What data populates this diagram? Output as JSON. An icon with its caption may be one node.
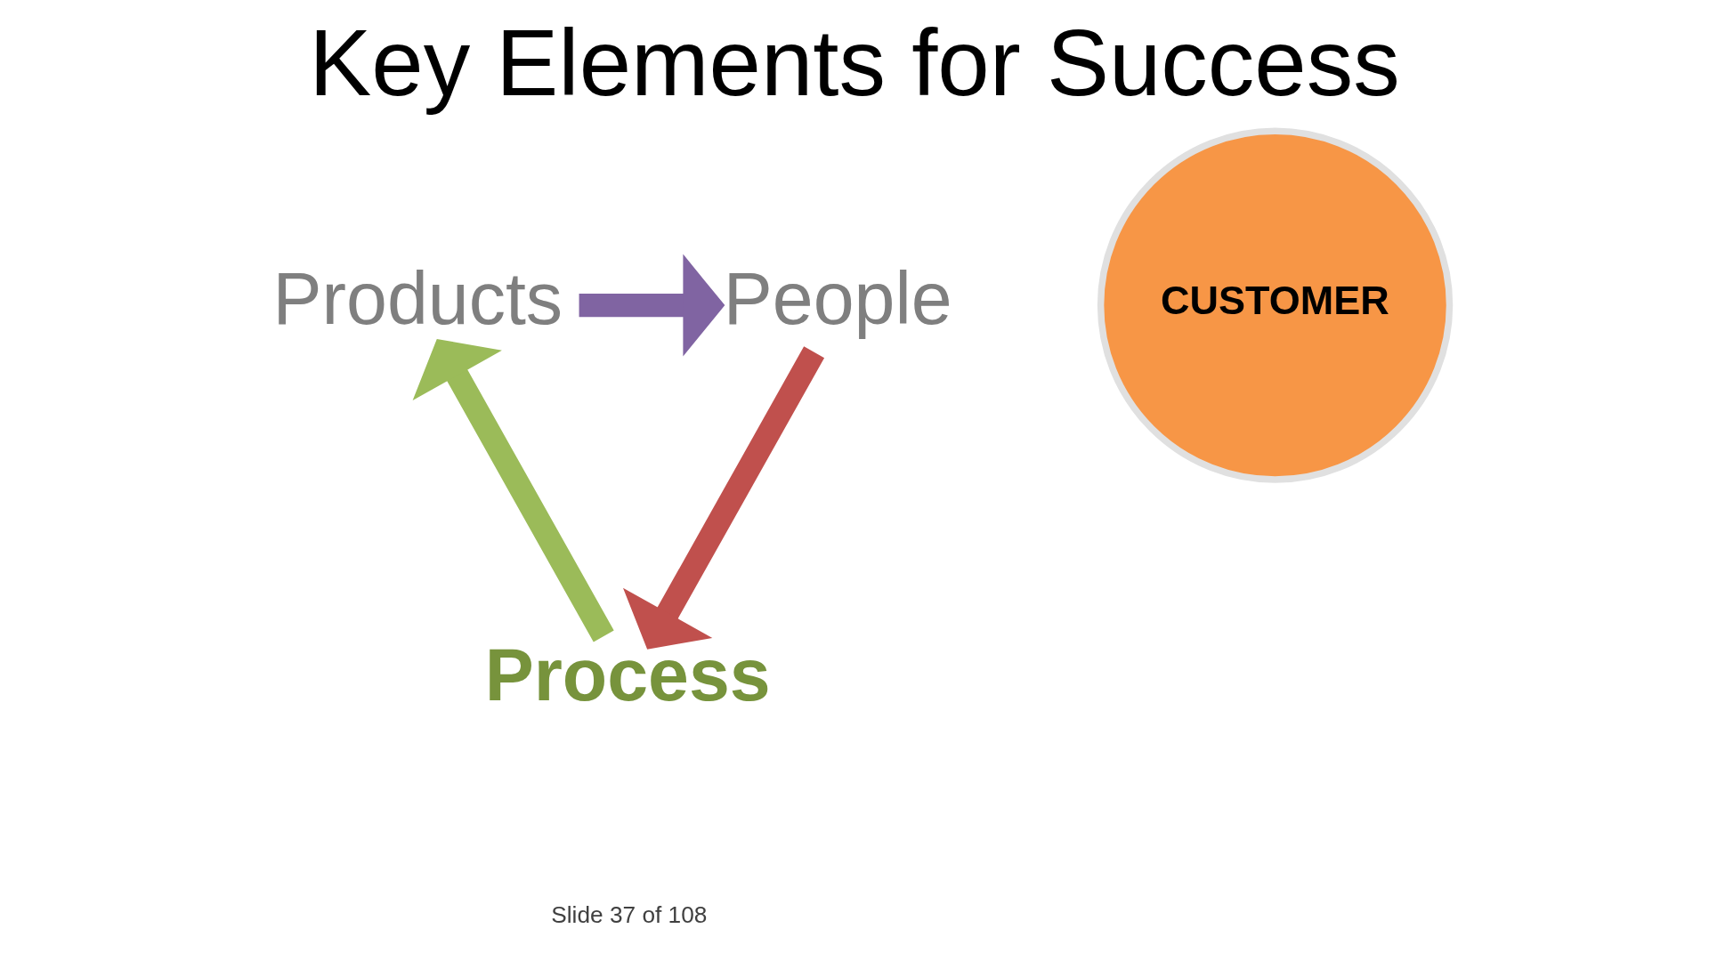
{
  "diagram": {
    "title": "Key Elements for Success",
    "nodes": [
      {
        "text": [
          "Products"
        ]
      },
      {
        "text": [
          "People"
        ]
      },
      {
        "text": [
          "CUSTOMER"
        ]
      },
      {
        "text": [
          "Process"
        ]
      }
    ],
    "edges": [
      {
        "from": 0,
        "to": 1,
        "arrow": "to",
        "color": "#8064a2"
      },
      {
        "from": 1,
        "to": 3,
        "arrow": "to",
        "color": "#c0504d"
      },
      {
        "from": 3,
        "to": 0,
        "arrow": "to",
        "color": "#9bbb59"
      }
    ],
    "labels": [
      "Slide 37 of 108"
    ]
  }
}
